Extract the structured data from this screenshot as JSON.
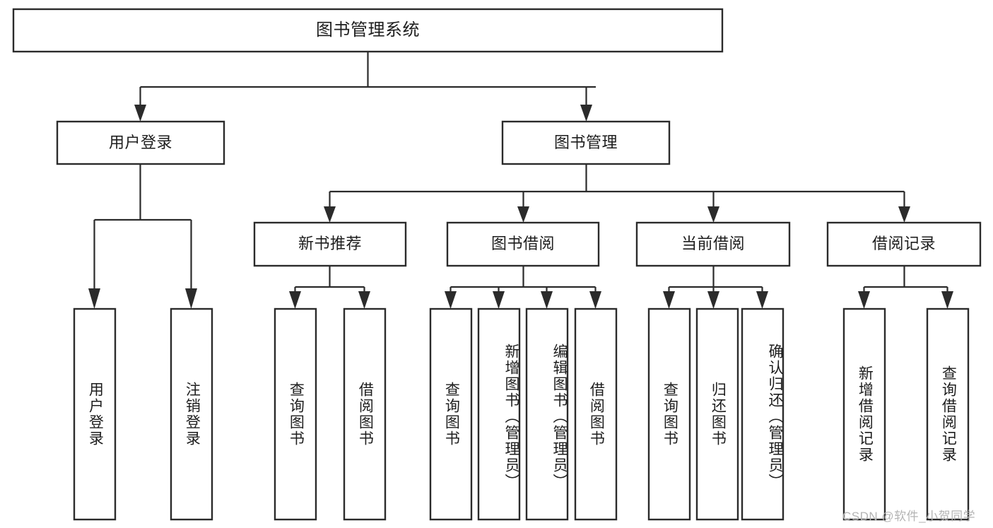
{
  "diagram": {
    "type": "hierarchy-tree",
    "title": "图书管理系统",
    "root": {
      "id": "root",
      "label": "图书管理系统"
    },
    "level2": [
      {
        "id": "user-login",
        "label": "用户登录"
      },
      {
        "id": "book-manage",
        "label": "图书管理"
      }
    ],
    "level3": [
      {
        "id": "new-book-rec",
        "label": "新书推荐",
        "parent": "book-manage"
      },
      {
        "id": "book-borrow",
        "label": "图书借阅",
        "parent": "book-manage"
      },
      {
        "id": "current-borrow",
        "label": "当前借阅",
        "parent": "book-manage"
      },
      {
        "id": "borrow-record",
        "label": "借阅记录",
        "parent": "book-manage"
      }
    ],
    "leaves": {
      "user-login": [
        {
          "id": "leaf-user-login",
          "label": "用户登录"
        },
        {
          "id": "leaf-user-logout",
          "label": "注销登录"
        }
      ],
      "new-book-rec": [
        {
          "id": "leaf-query-book-1",
          "label": "查询图书"
        },
        {
          "id": "leaf-borrow-book-1",
          "label": "借阅图书"
        }
      ],
      "book-borrow": [
        {
          "id": "leaf-query-book-2",
          "label": "查询图书"
        },
        {
          "id": "leaf-add-book",
          "label": "新增图书（管理员）"
        },
        {
          "id": "leaf-edit-book",
          "label": "编辑图书（管理员）"
        },
        {
          "id": "leaf-borrow-book-2",
          "label": "借阅图书"
        }
      ],
      "current-borrow": [
        {
          "id": "leaf-query-book-3",
          "label": "查询图书"
        },
        {
          "id": "leaf-return-book",
          "label": "归还图书"
        },
        {
          "id": "leaf-confirm-return",
          "label": "确认归还（管理员）"
        }
      ],
      "borrow-record": [
        {
          "id": "leaf-add-record",
          "label": "新增借阅记录"
        },
        {
          "id": "leaf-query-record",
          "label": "查询借阅记录"
        }
      ]
    },
    "colors": {
      "stroke": "#2b2b2b",
      "fill": "#ffffff",
      "text": "#1d1d1d",
      "watermark": "#b4b4b4"
    }
  },
  "watermark": {
    "text": "CSDN @软件_小贺同学"
  }
}
